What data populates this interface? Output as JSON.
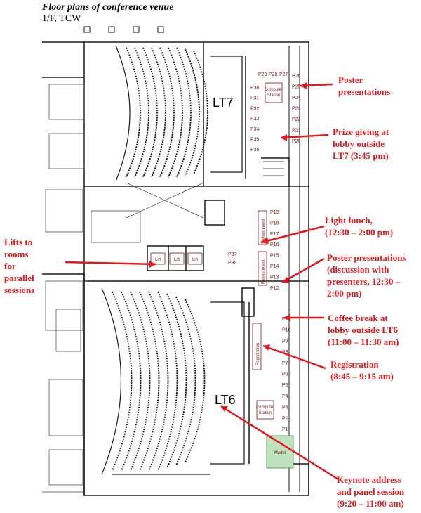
{
  "header": {
    "title": "Floor plans of conference venue",
    "subtitle": "1/F, TCW"
  },
  "rooms": {
    "lt7": "LT7",
    "lt6": "LT6",
    "computer_station_top": [
      "Computer",
      "Station"
    ],
    "computer_station_bottom": [
      "Computer",
      "Station"
    ],
    "refreshment_top": "Refreshment",
    "refreshment_bottom": "Refreshment",
    "registration": "Registration",
    "model": "Model",
    "lifts": [
      "Lift",
      "Lift",
      "Lift"
    ]
  },
  "posters": {
    "top_row": [
      "P29",
      "P28",
      "P27"
    ],
    "left_col": [
      "P30",
      "P31",
      "P32",
      "P33",
      "P34",
      "P35",
      "P36"
    ],
    "right_col_top": [
      "P26",
      "P25",
      "P24",
      "P23",
      "P22",
      "P21",
      "P20"
    ],
    "right_col_mid": [
      "P19",
      "P18",
      "P17",
      "P16",
      "P15",
      "P14",
      "P13",
      "P12"
    ],
    "lift_side": [
      "P37",
      "P38"
    ],
    "right_col_bottom": [
      "P11",
      "P10",
      "P9",
      "P8",
      "P7",
      "P6",
      "P5",
      "P4",
      "P3",
      "P2",
      "P1"
    ]
  },
  "annotations": {
    "poster_top": [
      "Poster",
      "presentations"
    ],
    "prize": [
      "Prize giving at",
      "lobby outside",
      "LT7 (3:45 pm)"
    ],
    "lunch": [
      "Light lunch,",
      "(12:30 – 2:00 pm)"
    ],
    "lifts": [
      "Lifts to",
      "rooms",
      "for",
      "parallel",
      "sessions"
    ],
    "poster_discussion": [
      "Poster presentations",
      "(discussion with",
      "presenters, 12:30 –",
      "2:00 pm)"
    ],
    "coffee": [
      "Coffee break at",
      "lobby outside LT6",
      "(11:00 – 11:30 am)"
    ],
    "registration": [
      "Registration",
      "(8:45 – 9:15 am)"
    ],
    "keynote": [
      "Keynote address",
      "and panel session",
      "(9:20 – 11:00 am)"
    ]
  },
  "colors": {
    "annotation": "#e0191c",
    "plan_line": "#1a1a1a",
    "poster_label": "#7a1a1a",
    "model_fill": "#bfe2bf"
  }
}
